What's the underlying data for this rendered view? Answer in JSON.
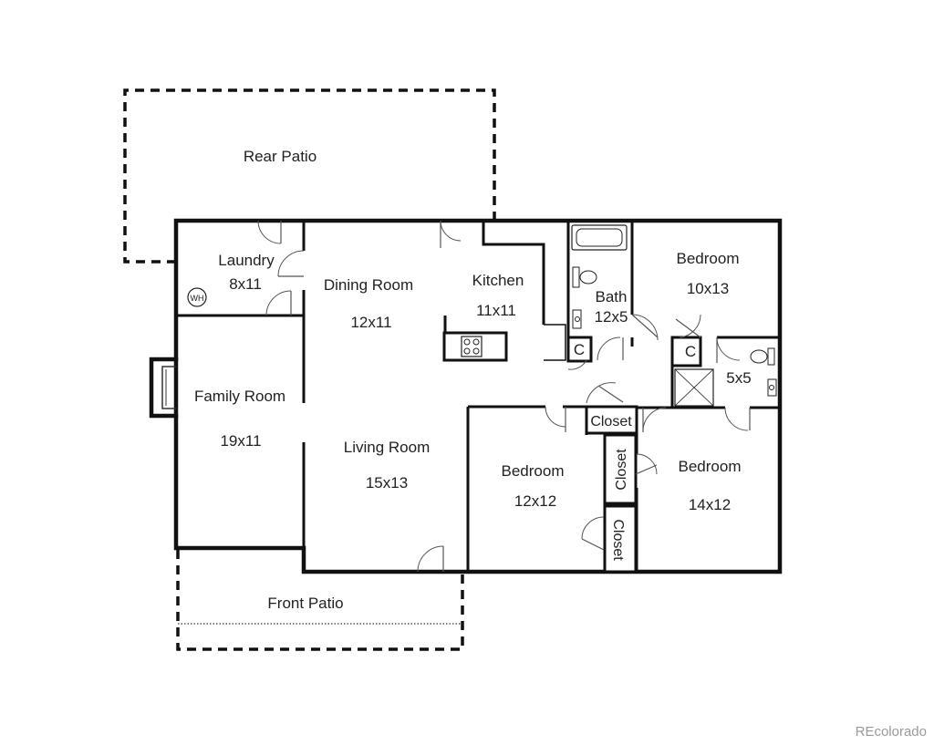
{
  "rooms": {
    "rear_patio": {
      "name": "Rear Patio"
    },
    "laundry": {
      "name": "Laundry",
      "size": "8x11"
    },
    "water_heater": {
      "label": "WH"
    },
    "dining_room": {
      "name": "Dining Room",
      "size": "12x11"
    },
    "kitchen": {
      "name": "Kitchen",
      "size": "11x11"
    },
    "bath": {
      "name": "Bath",
      "size": "12x5"
    },
    "bedroom_ne": {
      "name": "Bedroom",
      "size": "10x13"
    },
    "closet_c1": {
      "name": "C"
    },
    "closet_c2": {
      "name": "C"
    },
    "ensuite": {
      "size": "5x5"
    },
    "family_room": {
      "name": "Family Room",
      "size": "19x11"
    },
    "living_room": {
      "name": "Living Room",
      "size": "15x13"
    },
    "hall_closet": {
      "name": "Closet"
    },
    "bedroom_mid": {
      "name": "Bedroom",
      "size": "12x12"
    },
    "closet_v1": {
      "name": "Closet"
    },
    "closet_v2": {
      "name": "Closet"
    },
    "bedroom_se": {
      "name": "Bedroom",
      "size": "14x12"
    },
    "front_patio": {
      "name": "Front Patio"
    }
  },
  "watermark": "REcolorado"
}
